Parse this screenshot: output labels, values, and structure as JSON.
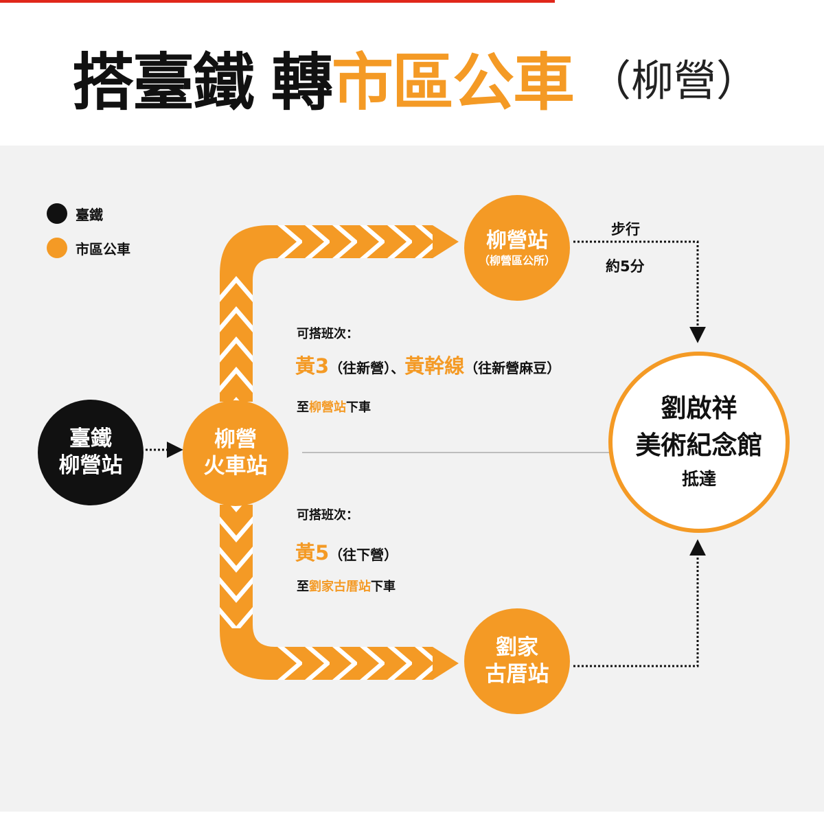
{
  "title": {
    "part1": "搭臺鐵",
    "part2": "轉",
    "part3": "市區公車",
    "part4": "（柳營）"
  },
  "legend": {
    "train": "臺鐵",
    "bus": "市區公車"
  },
  "nodes": {
    "tra_station": {
      "line1": "臺鐵",
      "line2": "柳營站"
    },
    "liuying_train": {
      "line1": "柳營",
      "line2": "火車站"
    },
    "liuying_stop": {
      "line1": "柳營站",
      "line2": "（柳營區公所）"
    },
    "liujia_stop": {
      "line1": "劉家",
      "line2": "古厝站"
    },
    "destination": {
      "line1": "劉啟祥",
      "line2": "美術紀念館",
      "line3": "抵達"
    }
  },
  "walk": {
    "label": "步行",
    "time": "約5分"
  },
  "upper_route": {
    "heading": "可搭班次：",
    "route1": "黃3",
    "route1_dest": "（往新營）",
    "sep": "、",
    "route2": "黃幹線",
    "route2_dest": "（往新營麻豆）",
    "alight_prefix": "至",
    "alight_stop": "柳營站",
    "alight_suffix": "下車"
  },
  "lower_route": {
    "heading": "可搭班次：",
    "route1": "黃5",
    "route1_dest": "（往下營）",
    "alight_prefix": "至",
    "alight_stop": "劉家古厝站",
    "alight_suffix": "下車"
  },
  "colors": {
    "accent": "#f49a25",
    "dark": "#111111",
    "panel": "#f2f2f2",
    "top_bar": "#e0271b"
  }
}
